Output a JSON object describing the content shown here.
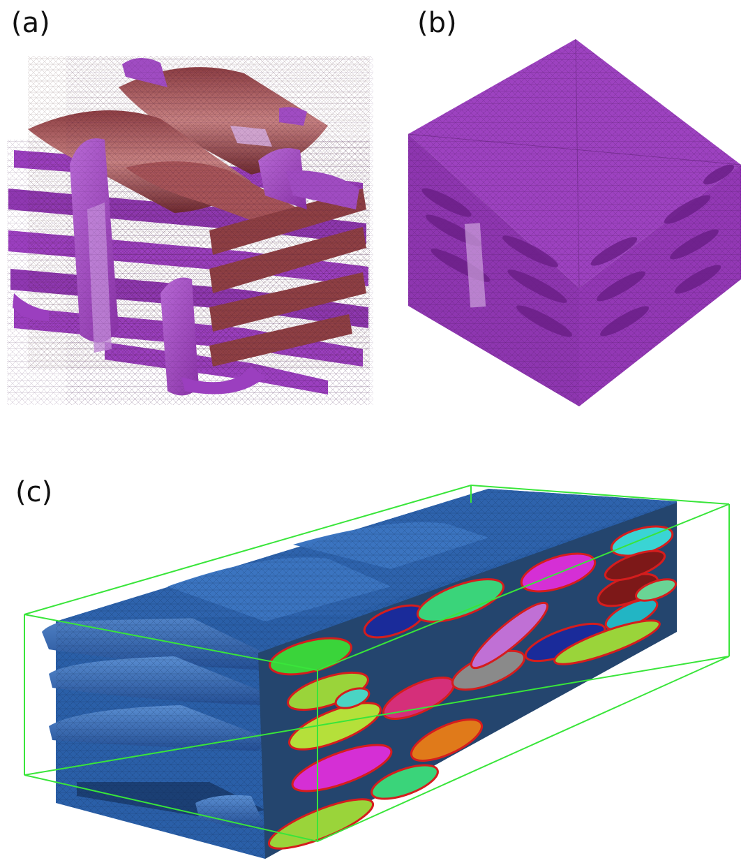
{
  "figure": {
    "panels": [
      {
        "id": "a",
        "label": "(a)"
      },
      {
        "id": "b",
        "label": "(b)"
      },
      {
        "id": "c",
        "label": "(c)"
      }
    ],
    "colors": {
      "weft_purple": "#9b3fbf",
      "warp_salmon": "#b86466",
      "matrix_purple": "#8f3aa8",
      "tow_blue": "#2f68b2",
      "bounding_box_green": "#39e53a",
      "cut_edge_red": "#d51d1d"
    }
  }
}
